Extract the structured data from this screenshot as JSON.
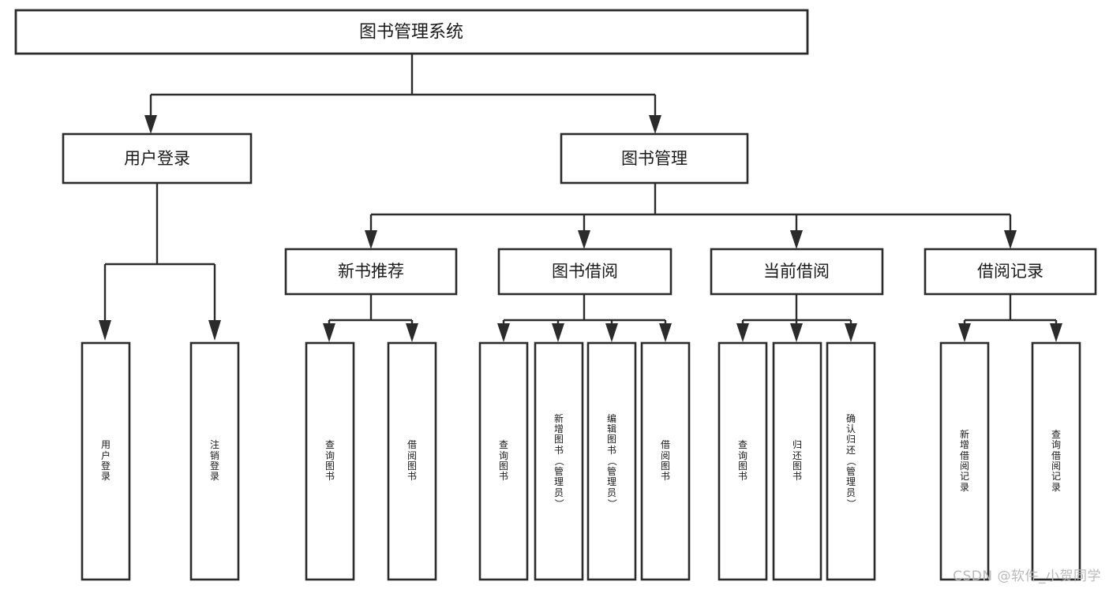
{
  "diagram": {
    "type": "tree-hierarchy-chart",
    "title": "图书管理系统",
    "orientation": "top-down",
    "colors": {
      "box_stroke": "#2b2b2b",
      "box_fill": "#ffffff",
      "connector": "#2b2b2b",
      "text": "#1a1a1a",
      "background": "#ffffff",
      "watermark": "#b9b9b9"
    },
    "root": {
      "label": "图书管理系统"
    },
    "level2": [
      {
        "label": "用户登录"
      },
      {
        "label": "图书管理"
      }
    ],
    "level3": [
      {
        "label": "新书推荐"
      },
      {
        "label": "图书借阅"
      },
      {
        "label": "当前借阅"
      },
      {
        "label": "借阅记录"
      }
    ],
    "leaves": {
      "user_login": [
        {
          "label": "用户登录"
        },
        {
          "label": "注销登录"
        }
      ],
      "new_book_recommend": [
        {
          "label": "查询图书"
        },
        {
          "label": "借阅图书"
        }
      ],
      "book_borrow": [
        {
          "label": "查询图书"
        },
        {
          "label": "新增图书（管理员）"
        },
        {
          "label": "编辑图书（管理员）"
        },
        {
          "label": "借阅图书"
        }
      ],
      "current_borrow": [
        {
          "label": "查询图书"
        },
        {
          "label": "归还图书"
        },
        {
          "label": "确认归还（管理员）"
        }
      ],
      "borrow_record": [
        {
          "label": "新增借阅记录"
        },
        {
          "label": "查询借阅记录"
        }
      ]
    }
  },
  "watermark": {
    "text": "CSDN @软件_小贺同学"
  }
}
